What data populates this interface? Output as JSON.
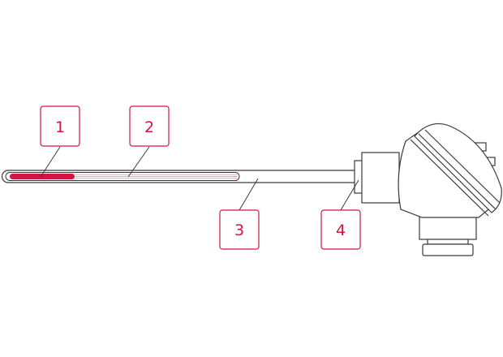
{
  "colors": {
    "outline": "#3a3a3a",
    "accent": "#d1163f",
    "element_lines": "#e7a9b7",
    "background": "#ffffff"
  },
  "callouts": [
    {
      "id": "1",
      "text": "1"
    },
    {
      "id": "2",
      "text": "2"
    },
    {
      "id": "3",
      "text": "3"
    },
    {
      "id": "4",
      "text": "4"
    }
  ]
}
